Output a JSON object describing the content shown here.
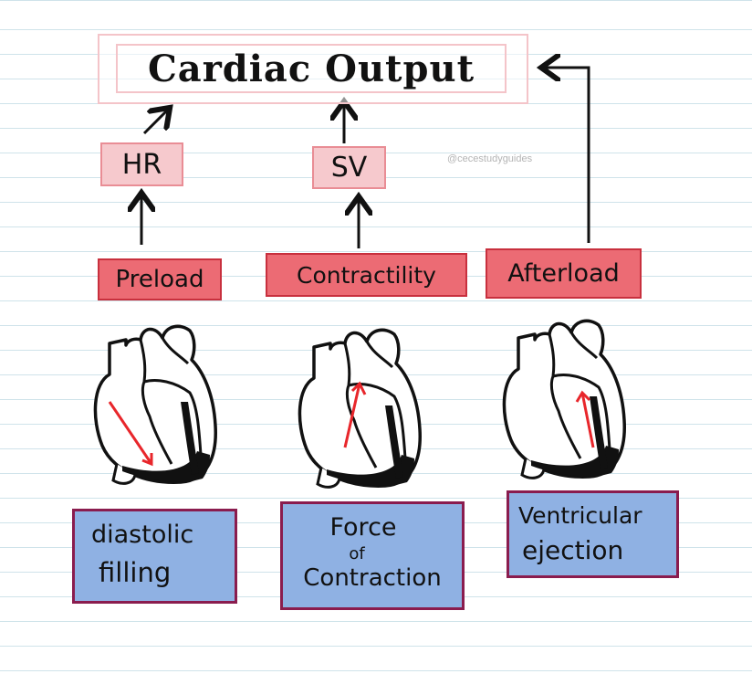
{
  "title": "Cardiac Output",
  "watermark": "@cecestudyguides",
  "determinants": [
    {
      "label": "HR"
    },
    {
      "label": "SV"
    }
  ],
  "factors": [
    {
      "label": "Preload"
    },
    {
      "label": "Contractility"
    },
    {
      "label": "Afterload"
    }
  ],
  "descriptions": [
    {
      "line1": "diastolic",
      "line2": "filling"
    },
    {
      "line1": "Force",
      "line2": "of",
      "line3": "Contraction"
    },
    {
      "line1": "Ventricular",
      "line2": "ejection"
    }
  ],
  "colors": {
    "determinant_fill": "#f6c9cd",
    "factor_fill": "#ec6b74",
    "description_fill": "#8fb1e3",
    "description_border": "#8a1c4e",
    "heart_arrow": "#e8262b"
  }
}
